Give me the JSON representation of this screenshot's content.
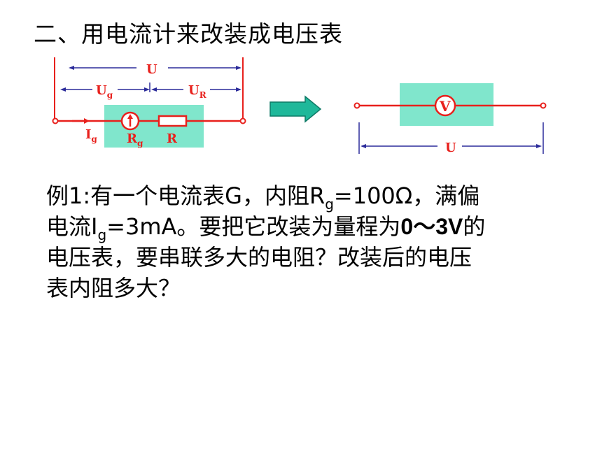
{
  "title": "二、用电流计来改装成电压表",
  "diagram_left": {
    "label_U": "U",
    "label_Ug": "U",
    "label_Ug_sub": "g",
    "label_UR": "U",
    "label_UR_sub": "R",
    "label_Ig": "I",
    "label_Ig_sub": "g",
    "label_Rg": "R",
    "label_Rg_sub": "g",
    "label_R": "R"
  },
  "diagram_right": {
    "meter_label": "V",
    "label_U": "U"
  },
  "colors": {
    "wire": "#e8201c",
    "box_fill": "#80e6cc",
    "dimension_line": "#2b2b9a",
    "label_red": "#e8201c",
    "label_blue": "#2b2b9a",
    "arrow_fill": "#1fb89a"
  },
  "problem": {
    "p1": "例1:有一个电流表G，内阻R",
    "p1_sub": "g",
    "p2": "=100Ω，满偏",
    "p3": "电流I",
    "p3_sub": "g",
    "p4": "=3mA。要把它改装为量程为",
    "p5": "0～3V",
    "p6": "的",
    "p7": "电压表，要串联多大的电阻？改装后的电压",
    "p8": "表内阻多大？"
  }
}
